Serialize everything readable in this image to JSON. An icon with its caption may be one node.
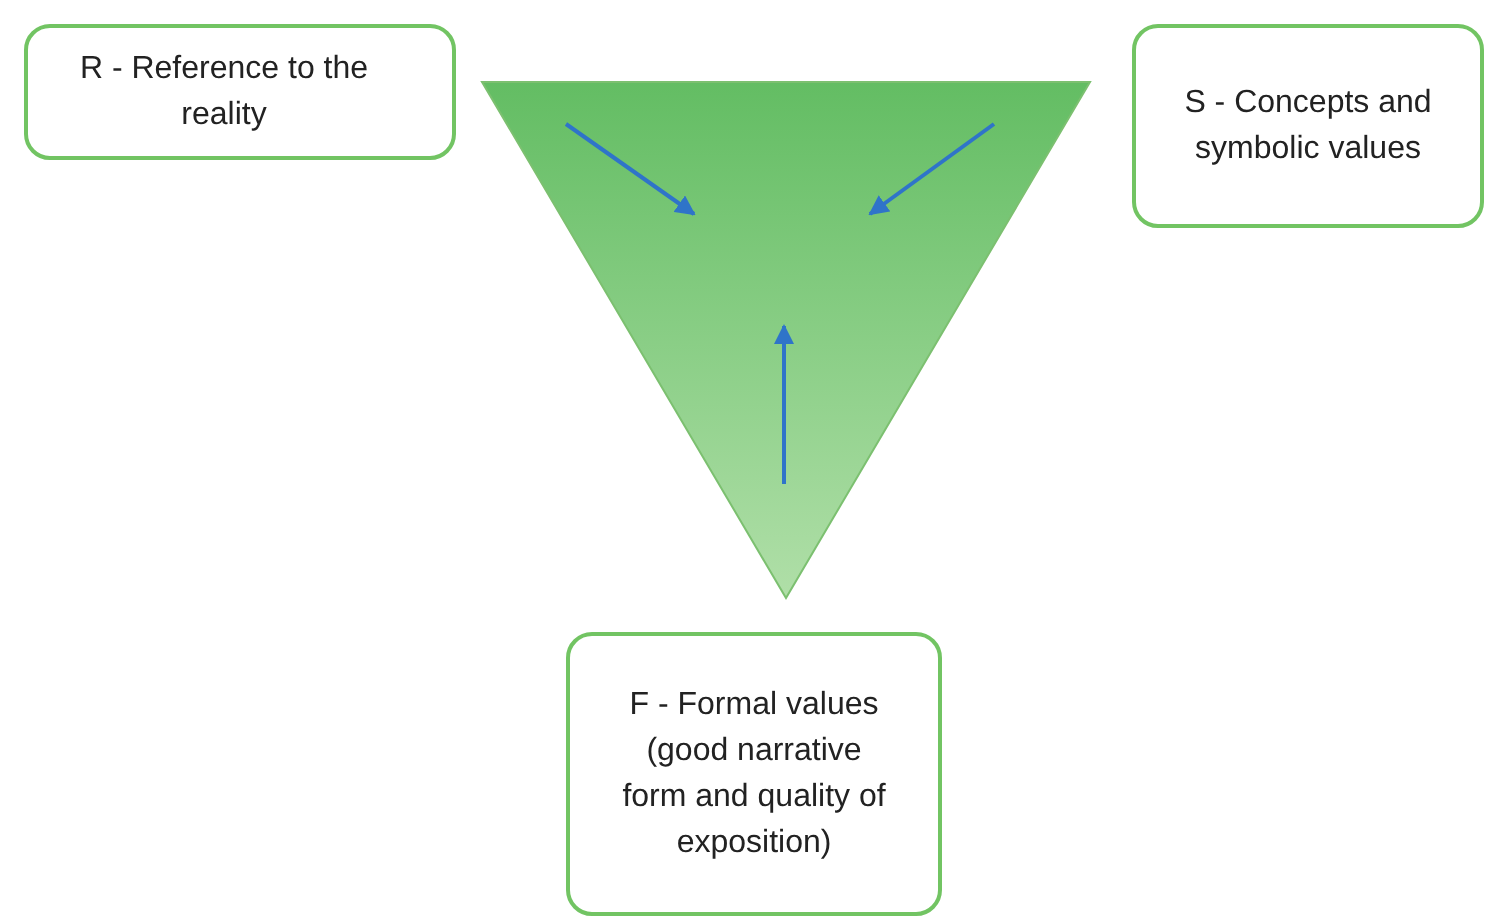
{
  "diagram": {
    "nodes": [
      {
        "text": [
          "R - Reference to the reality"
        ]
      },
      {
        "text": [],
        "shape": "triangle"
      },
      {
        "text": [
          "S - Concepts and symbolic values"
        ]
      },
      {
        "text": [
          "F - Formal values (good narrative form and quality of exposition)"
        ]
      }
    ]
  }
}
